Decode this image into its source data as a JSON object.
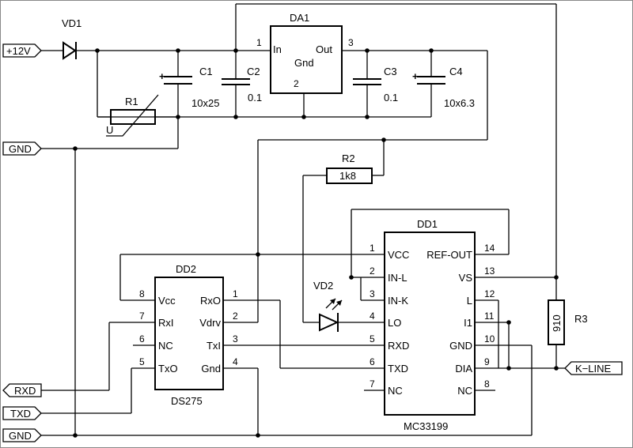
{
  "labels": {
    "vd1": "VD1",
    "da1": "DA1",
    "da1_in": "In",
    "da1_out": "Out",
    "da1_gnd": "Gnd",
    "da1_p1": "1",
    "da1_p2": "2",
    "da1_p3": "3",
    "c1": "C1",
    "c1_val": "10x25",
    "c2": "C2",
    "c2_val": "0.1",
    "c3": "C3",
    "c3_val": "0.1",
    "c4": "C4",
    "c4_val": "10x6.3",
    "r1": "R1",
    "r1_u": "U",
    "r2": "R2",
    "r2_val": "1k8",
    "r3": "R3",
    "r3_val": "910",
    "vd2": "VD2",
    "plus": "+",
    "dd1": "DD1",
    "dd1_part": "MC33199",
    "dd2": "DD2",
    "dd2_part": "DS275"
  },
  "ports": {
    "p12v": "+12V",
    "gnd_top": "GND",
    "rxd": "RXD",
    "txd": "TXD",
    "gnd_bottom": "GND",
    "kline": "K−LINE"
  },
  "dd1": {
    "left": [
      {
        "num": "1",
        "name": "VCC"
      },
      {
        "num": "2",
        "name": "IN-L"
      },
      {
        "num": "3",
        "name": "IN-K"
      },
      {
        "num": "4",
        "name": "LO"
      },
      {
        "num": "5",
        "name": "RXD"
      },
      {
        "num": "6",
        "name": "TXD"
      },
      {
        "num": "7",
        "name": "NC"
      }
    ],
    "right": [
      {
        "num": "14",
        "name": "REF-OUT"
      },
      {
        "num": "13",
        "name": "VS"
      },
      {
        "num": "12",
        "name": "L"
      },
      {
        "num": "11",
        "name": "I1"
      },
      {
        "num": "10",
        "name": "GND"
      },
      {
        "num": "9",
        "name": "DIA"
      },
      {
        "num": "8",
        "name": "NC"
      }
    ]
  },
  "dd2": {
    "left": [
      {
        "num": "8",
        "name": "Vcc"
      },
      {
        "num": "7",
        "name": "RxI"
      },
      {
        "num": "6",
        "name": "NC"
      },
      {
        "num": "5",
        "name": "TxO"
      }
    ],
    "right": [
      {
        "num": "1",
        "name": "RxO"
      },
      {
        "num": "2",
        "name": "Vdrv"
      },
      {
        "num": "3",
        "name": "TxI"
      },
      {
        "num": "4",
        "name": "Gnd"
      }
    ]
  }
}
